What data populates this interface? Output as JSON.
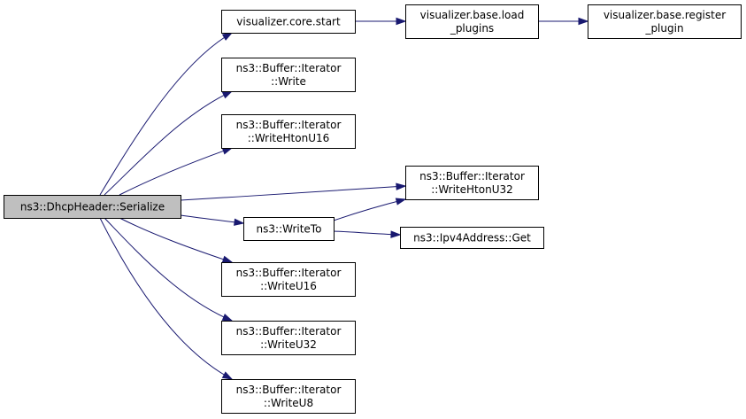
{
  "graph": {
    "nodes": {
      "root": [
        "ns3::DhcpHeader::Serialize"
      ],
      "core_start": [
        "visualizer.core.start"
      ],
      "base_load": [
        "visualizer.base.load",
        "_plugins"
      ],
      "base_register": [
        "visualizer.base.register",
        "_plugin"
      ],
      "write": [
        "ns3::Buffer::Iterator",
        "::Write"
      ],
      "write_hton16": [
        "ns3::Buffer::Iterator",
        "::WriteHtonU16"
      ],
      "write_hton32": [
        "ns3::Buffer::Iterator",
        "::WriteHtonU32"
      ],
      "write_to": [
        "ns3::WriteTo"
      ],
      "ipv4_get": [
        "ns3::Ipv4Address::Get"
      ],
      "write_u16": [
        "ns3::Buffer::Iterator",
        "::WriteU16"
      ],
      "write_u32": [
        "ns3::Buffer::Iterator",
        "::WriteU32"
      ],
      "write_u8": [
        "ns3::Buffer::Iterator",
        "::WriteU8"
      ]
    },
    "edges": [
      [
        "root",
        "core_start"
      ],
      [
        "core_start",
        "base_load"
      ],
      [
        "base_load",
        "base_register"
      ],
      [
        "root",
        "write"
      ],
      [
        "root",
        "write_hton16"
      ],
      [
        "root",
        "write_hton32"
      ],
      [
        "root",
        "write_to"
      ],
      [
        "write_to",
        "write_hton32"
      ],
      [
        "write_to",
        "ipv4_get"
      ],
      [
        "root",
        "write_u16"
      ],
      [
        "root",
        "write_u32"
      ],
      [
        "root",
        "write_u8"
      ]
    ],
    "colors": {
      "edge": "#191970",
      "root_fill": "#bfbfbf",
      "node_fill": "#ffffff",
      "border": "#000000"
    }
  }
}
